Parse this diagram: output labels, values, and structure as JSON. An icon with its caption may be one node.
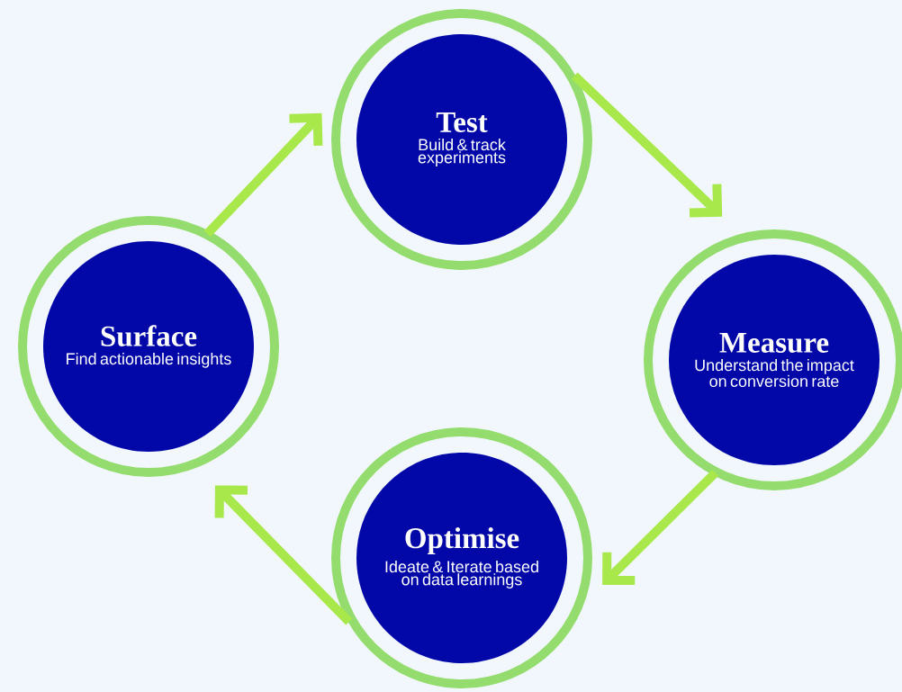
{
  "diagram": {
    "nodes": [
      {
        "text": [
          "Test",
          "Build & track experiments"
        ]
      },
      {
        "text": [
          "Surface",
          "Find actionable insights"
        ]
      },
      {
        "text": [
          "Measure",
          "Understand the impact on conversion rate"
        ]
      },
      {
        "text": [
          "Optimise",
          "Ideate & Iterate based on data learnings"
        ]
      }
    ],
    "edges": [
      {
        "from": 1,
        "to": 0,
        "arrow": "to"
      },
      {
        "from": 0,
        "to": 2,
        "arrow": "to"
      },
      {
        "from": 2,
        "to": 3,
        "arrow": "to"
      },
      {
        "from": 3,
        "to": 1,
        "arrow": "to"
      }
    ]
  }
}
